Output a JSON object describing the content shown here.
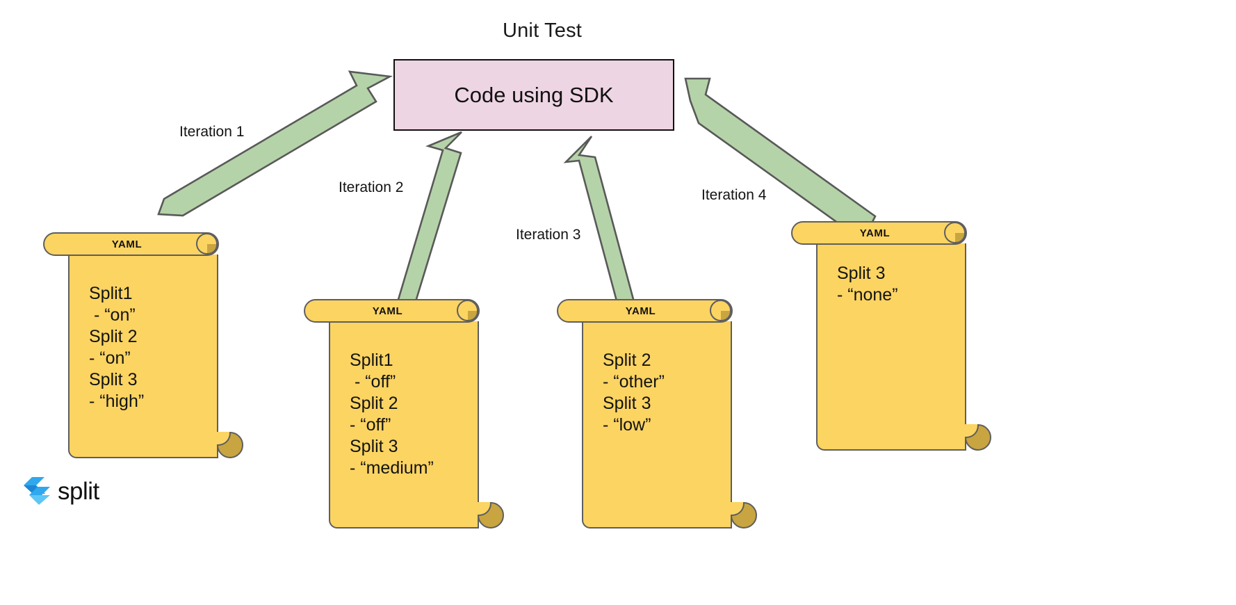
{
  "diagram": {
    "title": "Unit Test",
    "center_node": {
      "label": "Code using SDK",
      "fill": "#eed5e3",
      "stroke": "#0f0f0f"
    },
    "arrow": {
      "fill": "#b5d3a8",
      "stroke": "#595959"
    },
    "document": {
      "fill": "#fcd462",
      "stroke": "#5e5e5e",
      "curl_fill": "#c8a540"
    },
    "edges": [
      {
        "label": "Iteration 1"
      },
      {
        "label": "Iteration 2"
      },
      {
        "label": "Iteration 3"
      },
      {
        "label": "Iteration 4"
      }
    ],
    "documents": [
      {
        "header": "YAML",
        "lines": "Split1\n - “on”\nSplit 2\n- “on”\nSplit 3\n- “high”"
      },
      {
        "header": "YAML",
        "lines": "Split1\n - “off”\nSplit 2\n- “off”\nSplit 3\n- “medium”"
      },
      {
        "header": "YAML",
        "lines": "Split 2\n- “other”\nSplit 3\n- “low”"
      },
      {
        "header": "YAML",
        "lines": "Split 3\n- “none”"
      }
    ]
  },
  "logo": {
    "wordmark": "split",
    "mark_colors": [
      "#1f86d6",
      "#2fa8ee",
      "#5cc6f5"
    ]
  }
}
